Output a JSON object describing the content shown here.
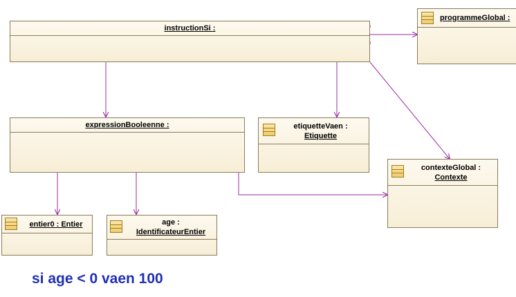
{
  "objects": {
    "instruction_si": {
      "name": "instructionSi :"
    },
    "programme_global": {
      "name": "programmeGlobal :"
    },
    "expression_booleenne": {
      "name": "expressionBooleenne :"
    },
    "etiquette_vaen": {
      "name": "etiquetteVaen :",
      "type": "Etiquette"
    },
    "contexte_global": {
      "name": "contexteGlobal :",
      "type": "Contexte"
    },
    "entier0": {
      "name": "entier0 : Entier"
    },
    "age": {
      "name": "age :",
      "type": "IdentificateurEntier"
    }
  },
  "caption": "si age < 0 vaen 100",
  "colors": {
    "link": "#9b2aa6",
    "caption": "#1f2fb5",
    "box_border": "#8a7a5a"
  },
  "icons": [
    "object-icon"
  ]
}
